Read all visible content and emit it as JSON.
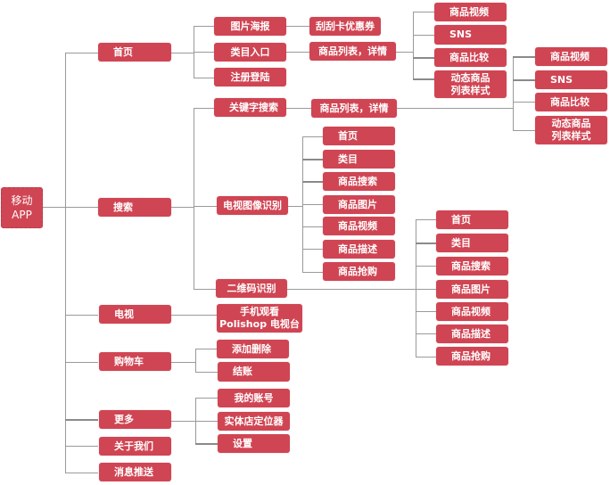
{
  "colors": {
    "node": "#d04553",
    "connector": "#9a9a9a",
    "text": "#ffffff"
  },
  "root": {
    "label": "移动\nAPP"
  },
  "level1": [
    {
      "label": "首页"
    },
    {
      "label": "搜索"
    },
    {
      "label": "电视"
    },
    {
      "label": "购物车"
    },
    {
      "label": "更多"
    },
    {
      "label": "关于我们"
    },
    {
      "label": "消息推送"
    }
  ],
  "home": {
    "children": [
      "图片海报",
      "类目入口",
      "注册登陆"
    ],
    "poster_child": "刮刮卡优惠券",
    "category_child": "商品列表，详情",
    "detail_children": [
      "商品视频",
      "SNS",
      "商品比较",
      "动态商品\n列表样式"
    ]
  },
  "search": {
    "children": [
      "关键字搜索",
      "电视图像识别",
      "二维码识别"
    ],
    "keyword_child": "商品列表，详情",
    "keyword_detail_children": [
      "商品视频",
      "SNS",
      "商品比较",
      "动态商品\n列表样式"
    ],
    "tv_image_children": [
      "首页",
      "类目",
      "商品搜索",
      "商品图片",
      "商品视频",
      "商品描述",
      "商品抢购"
    ],
    "qrcode_children": [
      "首页",
      "类目",
      "商品搜索",
      "商品图片",
      "商品视频",
      "商品描述",
      "商品抢购"
    ]
  },
  "tv": {
    "children": [
      "手机观看\nPolishop 电视台"
    ]
  },
  "cart": {
    "children": [
      "添加删除",
      "结账"
    ]
  },
  "more": {
    "children": [
      "我的账号",
      "实体店定位器",
      "设置"
    ]
  }
}
